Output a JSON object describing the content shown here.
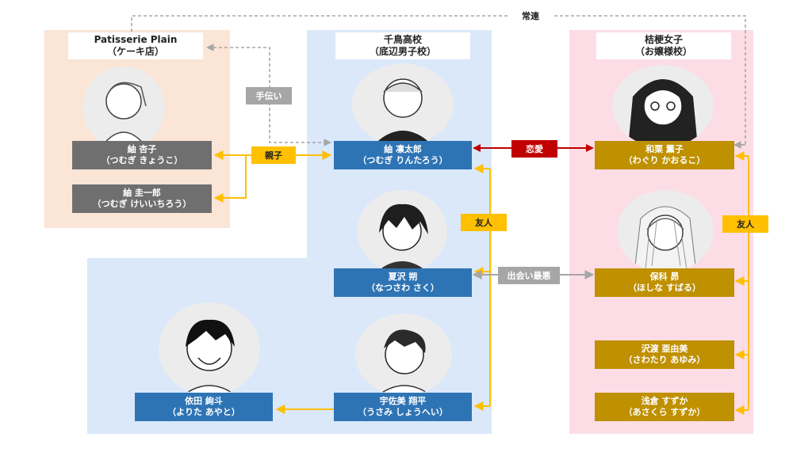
{
  "groups": {
    "patisserie": {
      "name": "Patisserie Plain",
      "sub": "（ケーキ店）",
      "color": "#fbe5d6"
    },
    "chidori": {
      "name": "千鳥高校",
      "sub": "（底辺男子校）",
      "color": "#dae8fa"
    },
    "kikyo": {
      "name": "桔梗女子",
      "sub": "（お嬢様校）",
      "color": "#fcdde5"
    }
  },
  "people": {
    "kyoko": {
      "name": "紬 杏子",
      "reading": "（つむぎ きょうこ）"
    },
    "keiichiro": {
      "name": "紬 圭一郎",
      "reading": "（つむぎ けいいちろう）"
    },
    "rintaro": {
      "name": "紬 凛太郎",
      "reading": "（つむぎ りんたろう）"
    },
    "saku": {
      "name": "夏沢 朔",
      "reading": "（なつさわ さく）"
    },
    "shohei": {
      "name": "宇佐美 翔平",
      "reading": "（うさみ しょうへい）"
    },
    "ayato": {
      "name": "依田 絢斗",
      "reading": "（よりた あやと）"
    },
    "kaoruko": {
      "name": "和栗 薫子",
      "reading": "（わぐり かおるこ）"
    },
    "subaru": {
      "name": "保科 昴",
      "reading": "（ほしな すばる）"
    },
    "ayumi": {
      "name": "沢渡 亜由美",
      "reading": "（さわたり あゆみ）"
    },
    "suzuka": {
      "name": "浅倉 すずか",
      "reading": "（あさくら すずか）"
    }
  },
  "relations": {
    "regular": "常連",
    "helper": "手伝い",
    "parent_child": "親子",
    "romance": "恋愛",
    "friends_boys": "友人",
    "friends_girls": "友人",
    "worst_meeting": "出会い最悪"
  },
  "colors": {
    "blue_node": "#2e74b5",
    "gray_node": "#6f6f6f",
    "gold_node": "#bf9000",
    "yellow_line": "#ffc000",
    "gray_line": "#a6a6a6",
    "red_line": "#c00000"
  }
}
